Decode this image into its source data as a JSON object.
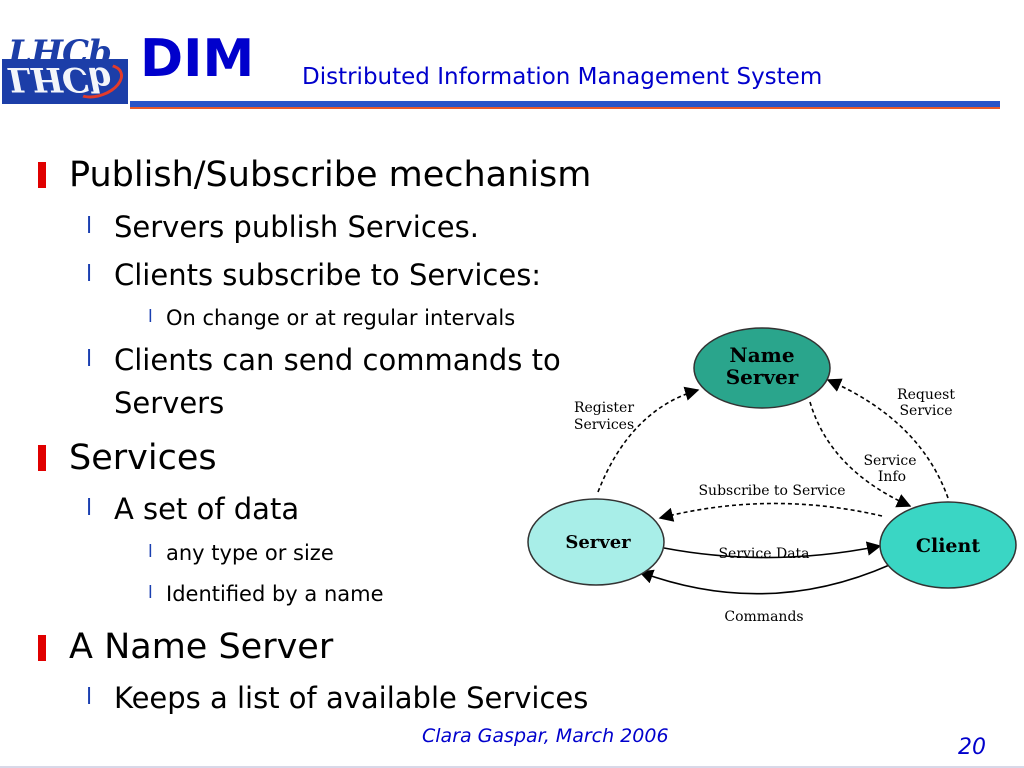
{
  "header": {
    "logo_text": "LHCb",
    "title": "DIM",
    "subtitle": "Distributed Information Management System"
  },
  "bullets": [
    {
      "level": 1,
      "text": "Publish/Subscribe mechanism"
    },
    {
      "level": 2,
      "text": "Servers publish Services."
    },
    {
      "level": 2,
      "text": "Clients subscribe to Services:"
    },
    {
      "level": 3,
      "text": "On change or at regular intervals"
    },
    {
      "level": 2,
      "text": "Clients can send commands to"
    },
    {
      "level": 2,
      "text": "Servers",
      "continuation": true
    },
    {
      "level": 1,
      "text": "Services"
    },
    {
      "level": 2,
      "text": "A set of data"
    },
    {
      "level": 3,
      "text": "any type or size"
    },
    {
      "level": 3,
      "text": "Identified by a name"
    },
    {
      "level": 1,
      "text": "A Name Server"
    },
    {
      "level": 2,
      "text": "Keeps a list of available Services"
    }
  ],
  "diagram": {
    "nodes": {
      "name_server": {
        "line1": "Name",
        "line2": "Server"
      },
      "server": {
        "label": "Server"
      },
      "client": {
        "label": "Client"
      }
    },
    "edges": {
      "register_services": {
        "line1": "Register",
        "line2": "Services"
      },
      "request_service": {
        "line1": "Request",
        "line2": "Service"
      },
      "service_info": {
        "line1": "Service",
        "line2": "Info"
      },
      "subscribe_to_service": "Subscribe to Service",
      "service_data": "Service Data",
      "commands": "Commands"
    },
    "colors": {
      "name_server_fill": "#2aa58c",
      "server_fill": "#a8eee8",
      "client_fill": "#3ad6c4",
      "node_stroke": "#333333"
    }
  },
  "footer": {
    "author": "Clara Gaspar, March 2006",
    "page_number": "20"
  },
  "colors": {
    "title": "#0000cc",
    "bullet_level1": "#e00000",
    "bullet_marker": "#1a3fb0",
    "rule_blue": "#2a55c8",
    "rule_red": "#e85a2a"
  }
}
